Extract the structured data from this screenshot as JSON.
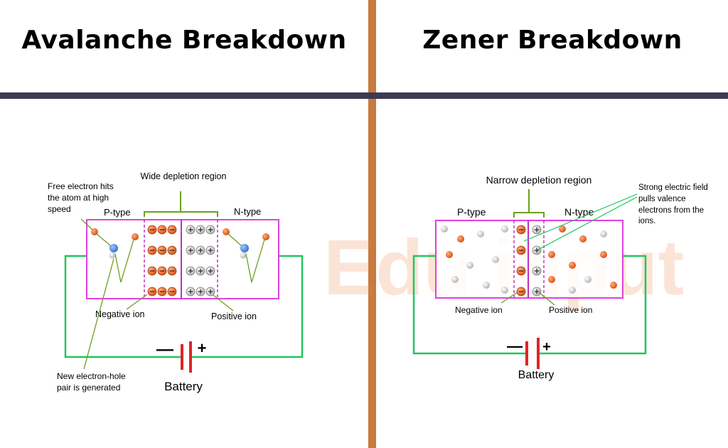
{
  "titles": {
    "left": "Avalanche Breakdown",
    "right": "Zener Breakdown"
  },
  "avalanche": {
    "depletion_label": "Wide depletion region",
    "free_electron_label": [
      "Free electron hits",
      "the atom at high",
      "speed"
    ],
    "p_type": "P-type",
    "n_type": "N-type",
    "negative_ion": "Negative ion",
    "positive_ion": "Positive ion",
    "electron_hole_label": [
      "New electron-hole",
      "pair is generated"
    ],
    "battery": "Battery",
    "minus": "—",
    "plus": "+"
  },
  "zener": {
    "depletion_label": "Narrow depletion region",
    "field_label": [
      "Strong electric field",
      "pulls valence",
      "electrons from the",
      "ions."
    ],
    "p_type": "P-type",
    "n_type": "N-type",
    "negative_ion": "Negative ion",
    "positive_ion": "Positive ion",
    "battery": "Battery",
    "minus": "—",
    "plus": "+"
  },
  "watermark": "Edu input",
  "colors": {
    "panel_divider": "#c87a3f",
    "header_rule": "#3e3a52",
    "junction_box": "#e040e0",
    "circuit_wire": "#22c55e",
    "label_line": "#6aa01e",
    "electron": "#e05a1a",
    "neutral_atom": "#d9d9d9",
    "battery_plate": "#e02424"
  }
}
